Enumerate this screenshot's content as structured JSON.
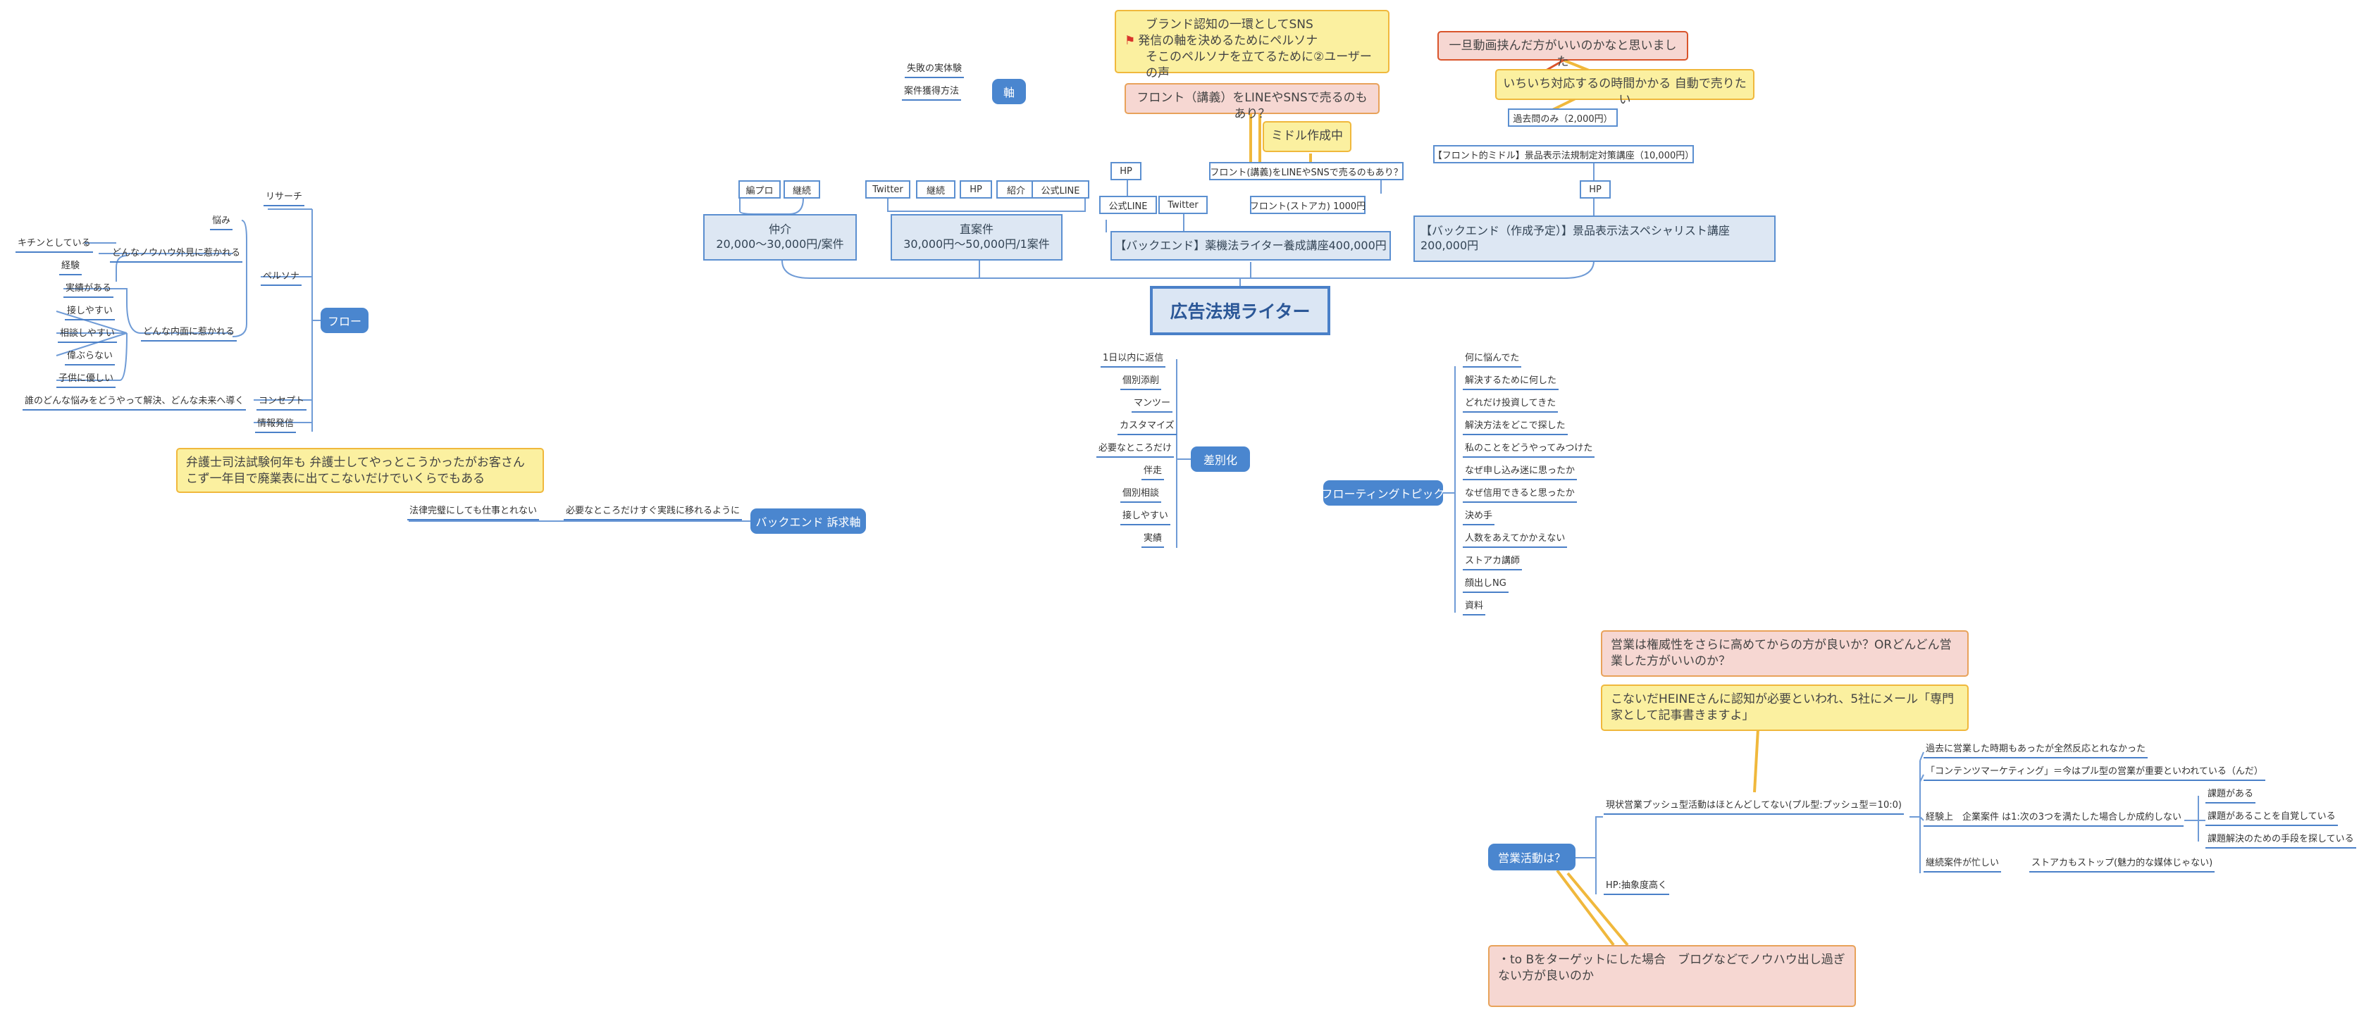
{
  "central": "広告法規ライター",
  "top": {
    "jiku": {
      "label": "軸",
      "items": [
        "失敗の実体験",
        "案件獲得方法"
      ]
    },
    "chukai": {
      "title": "仲介",
      "price": "20,000〜30,000円/案件",
      "tags": [
        "編プロ",
        "継続"
      ]
    },
    "chokuanken": {
      "title": "直案件",
      "price": "30,000円〜50,000円/1案件",
      "tags": [
        "Twitter",
        "継続",
        "HP",
        "紹介",
        "公式LINE"
      ]
    },
    "backend1": {
      "title": "【バックエンド】薬機法ライター養成講座400,000円",
      "tags": [
        "HP",
        "公式LINE",
        "Twitter",
        "フロント(講義)をLINEやSNSで売るのもあり？",
        "フロント(ストアカ) 1000円"
      ],
      "note_midol": "ミドル作成中",
      "note_front": "フロント（講義）をLINEやSNSで売るのもあり？",
      "note_brand": [
        "ブランド認知の一環としてSNS",
        "発信の軸を決めるためにペルソナ",
        "そこのペルソナを立てるために②ユーザーの声"
      ]
    },
    "backend2": {
      "title": "【バックエンド（作成予定）】景品表示法スペシャリスト講座200,000円",
      "tags": [
        "HP",
        "【フロント的ミドル】景品表示法規制定対策講座（10,000円）",
        "過去問のみ（2,000円）"
      ],
      "note_video": "一旦動画挟んだ方がいいのかなと思いました",
      "note_auto": "いちいち対応するの時間かかる 自動で売りたい"
    }
  },
  "flow": {
    "label": "フロー",
    "research": "リサーチ",
    "nayami": "悩み",
    "persona": "ペルソナ",
    "gaiken": "どんなノウハウ外見に惹かれる",
    "gaiken_items": [
      "キチンとしている",
      "経験"
    ],
    "naimen": "どんな内面に惹かれる",
    "naimen_items": [
      "実績がある",
      "接しやすい",
      "相談しやすい",
      "偉ぶらない",
      "子供に優しい"
    ],
    "concept": "コンセプト",
    "concept_text": "誰のどんな悩みをどうやって解決、どんな未来へ導く",
    "joho": "情報発信"
  },
  "backend_appeal": {
    "label": "バックエンド 訴求軸",
    "item1": "必要なところだけすぐ実践に移れるように",
    "item2": "法律完璧にしても仕事とれない",
    "note": "弁護士司法試験何年も 弁護士してやっとこうかったがお客さんこず一年目で廃業表に出てこないだけでいくらでもある"
  },
  "differentiation": {
    "label": "差別化",
    "items": [
      "1日以内に返信",
      "個別添削",
      "マンツー",
      "カスタマイズ",
      "必要なところだけ",
      "伴走",
      "個別相談",
      "接しやすい",
      "実績"
    ]
  },
  "frontier": {
    "label": "フローティングトピック",
    "items": [
      "何に悩んでた",
      "解決するために何した",
      "どれだけ投資してきた",
      "解決方法をどこで探した",
      "私のことをどうやってみつけた",
      "なぜ申し込み迷に思ったか",
      "なぜ信用できると思ったか",
      "決め手",
      "人数をあえてかかえない",
      "ストアカ講師",
      "顔出しNG",
      "資料"
    ]
  },
  "sales": {
    "label": "営業活動は？",
    "main_item": "現状営業プッシュ型活動はほとんどしてない(プル型:プッシュ型＝10:0)",
    "hp_item": "HP:抽象度高く",
    "sub_items": [
      "過去に営業した時期もあったが全然反応とれなかった",
      "「コンテンツマーケティング」＝今はプル型の営業が重要といわれている（んだ）"
    ],
    "keiken": "経験上　企業案件 は1:次の3つを満たした場合しか成約しない",
    "keiken_items": [
      "課題がある",
      "課題があることを自覚している",
      "課題解決のための手段を探している"
    ],
    "keizoku": "継続案件が忙しい",
    "storeaka": "ストアカもストップ(魅力的な媒体じゃない)",
    "note1": "営業は権威性をさらに高めてからの方が良いか？ORどんどん営業した方がいいのか？",
    "note2": "こないだHEINEさんに認知が必要といわれ、5社にメール「専門家として記事書きますよ」",
    "note3": "・to Bをターゲットにした場合　ブログなどでノウハウ出し過ぎない方が良いのか"
  },
  "colors": {
    "accent": "#4a86cf",
    "line": "#5b8fd0",
    "note_yellow": "#fbf0a0",
    "note_pink": "#f6d7d2"
  }
}
